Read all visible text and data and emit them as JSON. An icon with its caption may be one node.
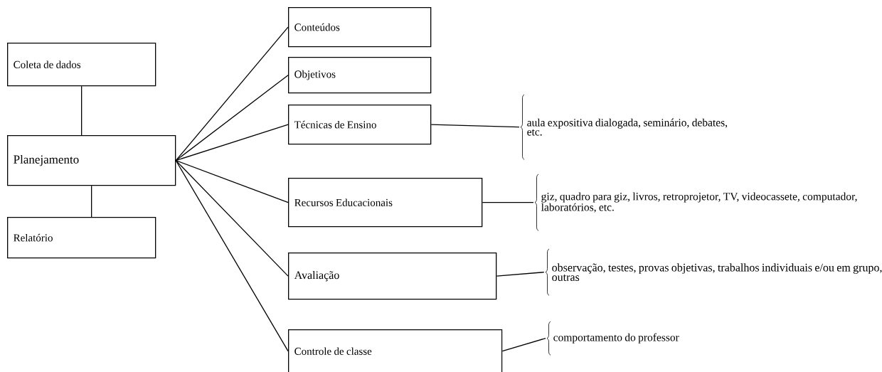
{
  "diagram": {
    "nodes": [
      {
        "text": [
          "Coleta de dados"
        ]
      },
      {
        "text": [
          "Planejamento"
        ]
      },
      {
        "text": [
          "Relatório"
        ]
      },
      {
        "text": [
          "Conteúdos"
        ]
      },
      {
        "text": [
          "Objetivos"
        ]
      },
      {
        "text": [
          "Técnicas de Ensino"
        ]
      },
      {
        "text": [
          "Recursos Educacionais"
        ]
      },
      {
        "text": [
          "Avaliação"
        ]
      },
      {
        "text": [
          "Controle de classe"
        ]
      },
      {
        "text": [
          "aula expositiva dialogada, seminário, debates, etc."
        ]
      },
      {
        "text": [
          "giz, quadro para giz, livros, retroprojetor, TV, videocassete, computador, laboratórios, etc."
        ]
      },
      {
        "text": [
          "observação, testes, provas objetivas, trabalhos individuais e/ou em grupo, outras"
        ]
      },
      {
        "text": [
          "comportamento do professor"
        ]
      }
    ],
    "edges": [
      {
        "from": 0,
        "to": 1,
        "arrow": "none"
      },
      {
        "from": 1,
        "to": 2,
        "arrow": "none"
      },
      {
        "from": 1,
        "to": 3,
        "arrow": "none"
      },
      {
        "from": 1,
        "to": 4,
        "arrow": "none"
      },
      {
        "from": 1,
        "to": 5,
        "arrow": "none"
      },
      {
        "from": 1,
        "to": 6,
        "arrow": "none"
      },
      {
        "from": 1,
        "to": 7,
        "arrow": "none"
      },
      {
        "from": 1,
        "to": 8,
        "arrow": "none"
      },
      {
        "from": 5,
        "to": 9,
        "arrow": "none"
      },
      {
        "from": 6,
        "to": 10,
        "arrow": "none"
      },
      {
        "from": 7,
        "to": 11,
        "arrow": "none"
      },
      {
        "from": 8,
        "to": 12,
        "arrow": "none"
      }
    ]
  }
}
